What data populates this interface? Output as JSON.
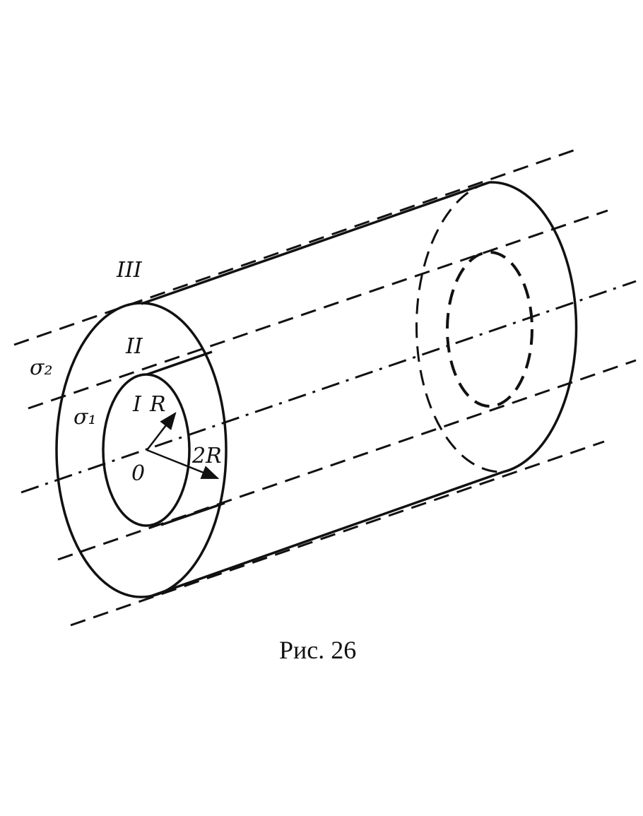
{
  "labels": {
    "region_3": "III",
    "region_2": "II",
    "region_1": "I",
    "sigma_2": "σ₂",
    "sigma_1": "σ₁",
    "radius_inner": "R",
    "radius_outer": "2R",
    "origin": "0"
  },
  "caption": "Рис. 26"
}
